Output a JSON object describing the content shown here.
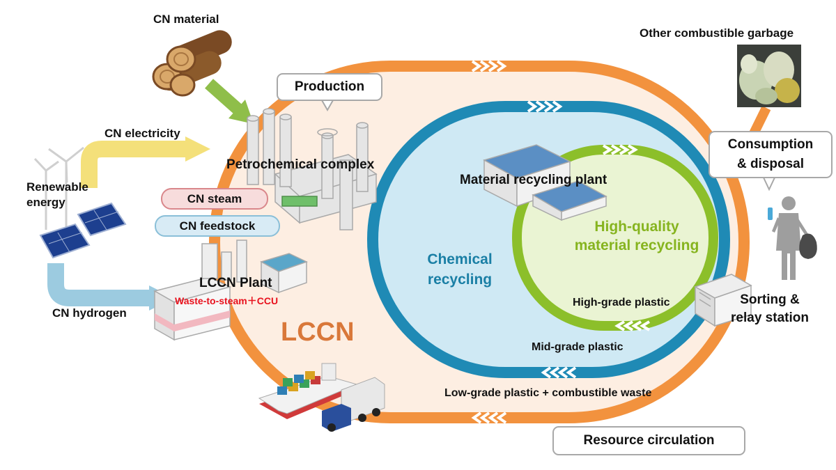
{
  "colors": {
    "outer_loop": "#f2923e",
    "outer_fill": "#fdeee2",
    "chemical_loop": "#1f8ab5",
    "chemical_fill": "#cfe9f4",
    "material_loop": "#8cbf2a",
    "material_fill": "#eaf4d3",
    "lccn_text": "#d9783a",
    "chemical_text": "#1a7fa5",
    "material_text": "#86b41f",
    "waste_to_steam_text": "#e8121e",
    "steam_pill_fill": "#f7dcdc",
    "steam_pill_border": "#d9878b",
    "feedstock_pill_fill": "#d8ebf5",
    "feedstock_pill_border": "#8abfd8",
    "electricity_arrow": "#f4e07a",
    "hydrogen_arrow": "#9ccbe0",
    "wood_arrow": "#8fbe4a",
    "callout_border": "#a8a8a8"
  },
  "labels": {
    "cn_material": "CN material",
    "other_garbage": "Other combustible garbage",
    "production": "Production",
    "cn_electricity": "CN electricity",
    "petrochemical_complex": "Petrochemical complex",
    "renewable_energy_line1": "Renewable",
    "renewable_energy_line2": "energy",
    "cn_steam": "CN steam",
    "cn_feedstock": "CN feedstock",
    "lccn_plant": "LCCN Plant",
    "waste_to_steam": "Waste-to-steam＋CCU",
    "cn_hydrogen": "CN hydrogen",
    "lccn": "LCCN",
    "material_recycling_plant": "Material recycling plant",
    "high_quality_line1": "High-quality",
    "high_quality_line2": "material recycling",
    "chemical_line1": "Chemical",
    "chemical_line2": "recycling",
    "consumption_line1": "Consumption",
    "consumption_line2": "& disposal",
    "sorting_line1": "Sorting &",
    "sorting_line2": "relay station",
    "high_grade": "High-grade plastic",
    "mid_grade": "Mid-grade plastic",
    "low_grade": "Low-grade plastic + combustible waste",
    "resource_circulation": "Resource circulation"
  },
  "icons": [
    "wood-logs-icon",
    "garbage-bags-photo-icon",
    "wind-turbine-icon",
    "solar-panel-icon",
    "petrochemical-plant-icon",
    "factory-icon",
    "recycling-plant-icon",
    "relay-station-icon",
    "person-with-bag-icon",
    "container-ship-icon",
    "truck-icon"
  ]
}
